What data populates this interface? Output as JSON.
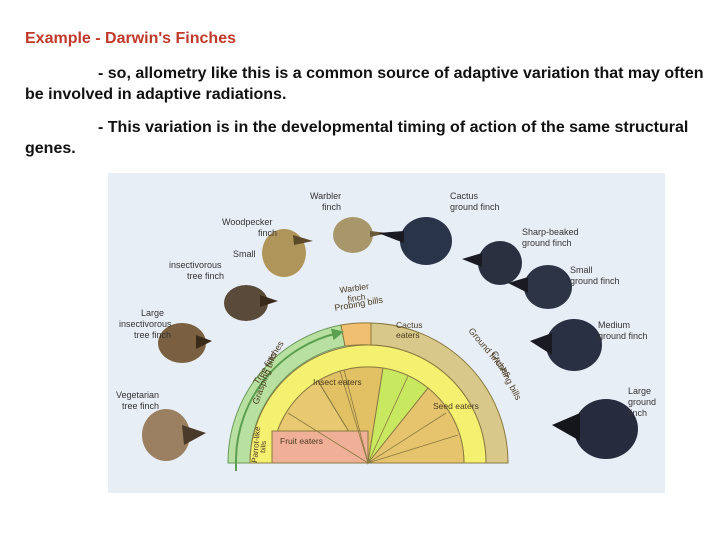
{
  "title": "Example - Darwin's Finches",
  "paragraphs": [
    "- so, allometry like this is a common source of adaptive variation that may often be involved in adaptive radiations.",
    "- This variation is in the developmental timing of action of the same structural genes."
  ],
  "figure": {
    "finch_labels": {
      "warbler": [
        "Warbler",
        "finch"
      ],
      "woodpecker": [
        "Woodpecker",
        "finch"
      ],
      "small_insectivorous": [
        "Small",
        "insectivorous",
        "tree finch"
      ],
      "large_insectivorous": [
        "Large",
        "insectivorous",
        "tree finch"
      ],
      "vegetarian": [
        "Vegetarian",
        "tree finch"
      ],
      "cactus": [
        "Cactus",
        "ground finch"
      ],
      "sharp_beaked": [
        "Sharp-beaked",
        "ground finch"
      ],
      "small_ground": [
        "Small",
        "ground finch"
      ],
      "medium_ground": [
        "Medium",
        "ground finch"
      ],
      "large_ground": [
        "Large",
        "ground",
        "finch"
      ]
    },
    "arc_labels": {
      "tree_finches": "Tree finches",
      "ground_finches": "Ground finches",
      "warbler_finch": [
        "Warbler",
        "finch"
      ],
      "probing_bills": "Probing bills",
      "grasping_bills": "Grasping bills",
      "crushing_bills": "Crushing bills",
      "parrot_like_bills": [
        "Parrot-like",
        "bills"
      ],
      "cactus_eaters": [
        "Cactus",
        "eaters"
      ],
      "insect_eaters": "Insect eaters",
      "seed_eaters": "Seed eaters",
      "fruit_eaters": "Fruit eaters"
    },
    "colors": {
      "background": "#e8eef6",
      "tree_band": "#b8e0a0",
      "ground_band": "#d8c98a",
      "bill_band": "#f4f070",
      "insect_sector": "#e8c870",
      "cactus_sector": "#c8e860",
      "seed_sector": "#e6c46e",
      "fruit_sector": "#f0b098"
    }
  }
}
